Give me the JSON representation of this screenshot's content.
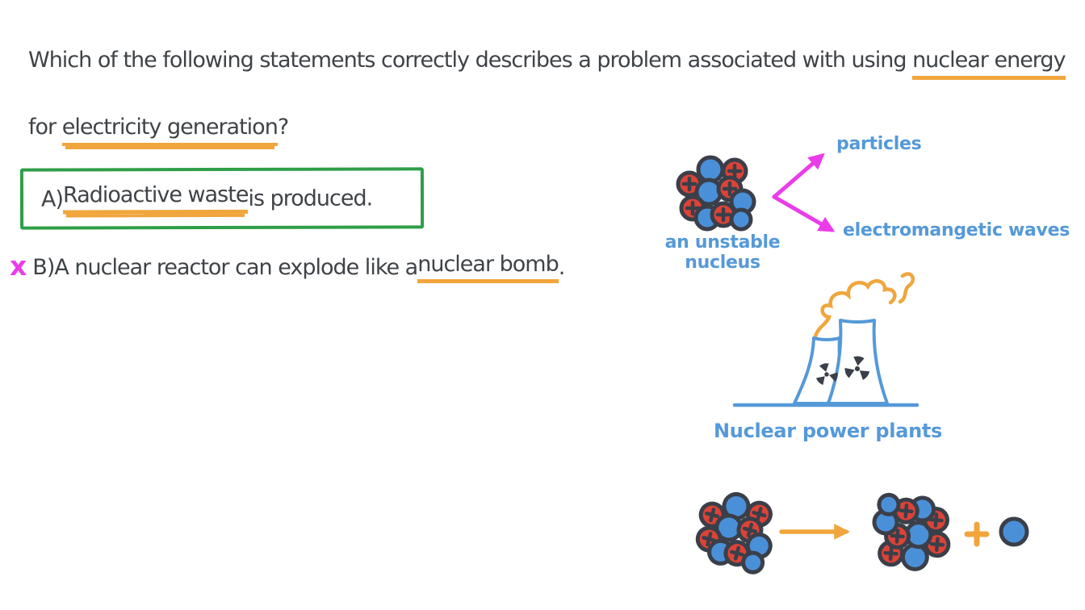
{
  "colors": {
    "ink": "#3f4347",
    "orange": "#f0a63c",
    "green": "#2f9e48",
    "magenta": "#ea3ce9",
    "label_blue": "#5599d8",
    "circle_blue": "#4a90d8",
    "circle_red": "#dc4337",
    "outline": "#3a3f49"
  },
  "question": {
    "line1_pre": "Which of the following statements correctly describes a problem associated with using ",
    "line1_underlined": "nuclear energy",
    "line2_pre": "for ",
    "line2_underlined": "electricity generation",
    "line2_suffix": "?"
  },
  "options": {
    "a": {
      "label": "A) ",
      "underlined": "Radioactive waste",
      "suffix": " is produced."
    },
    "b": {
      "marker": "x",
      "label": "B) ",
      "pre": "A nuclear reactor can explode like a ",
      "underlined": "nuclear bomb",
      "suffix": "."
    }
  },
  "diagram": {
    "decay": {
      "particles_label": "particles",
      "waves_label": "electromangetic waves",
      "nucleus_label_line1": "an unstable",
      "nucleus_label_line2": "nucleus"
    },
    "plant_label": "Nuclear power plants"
  }
}
